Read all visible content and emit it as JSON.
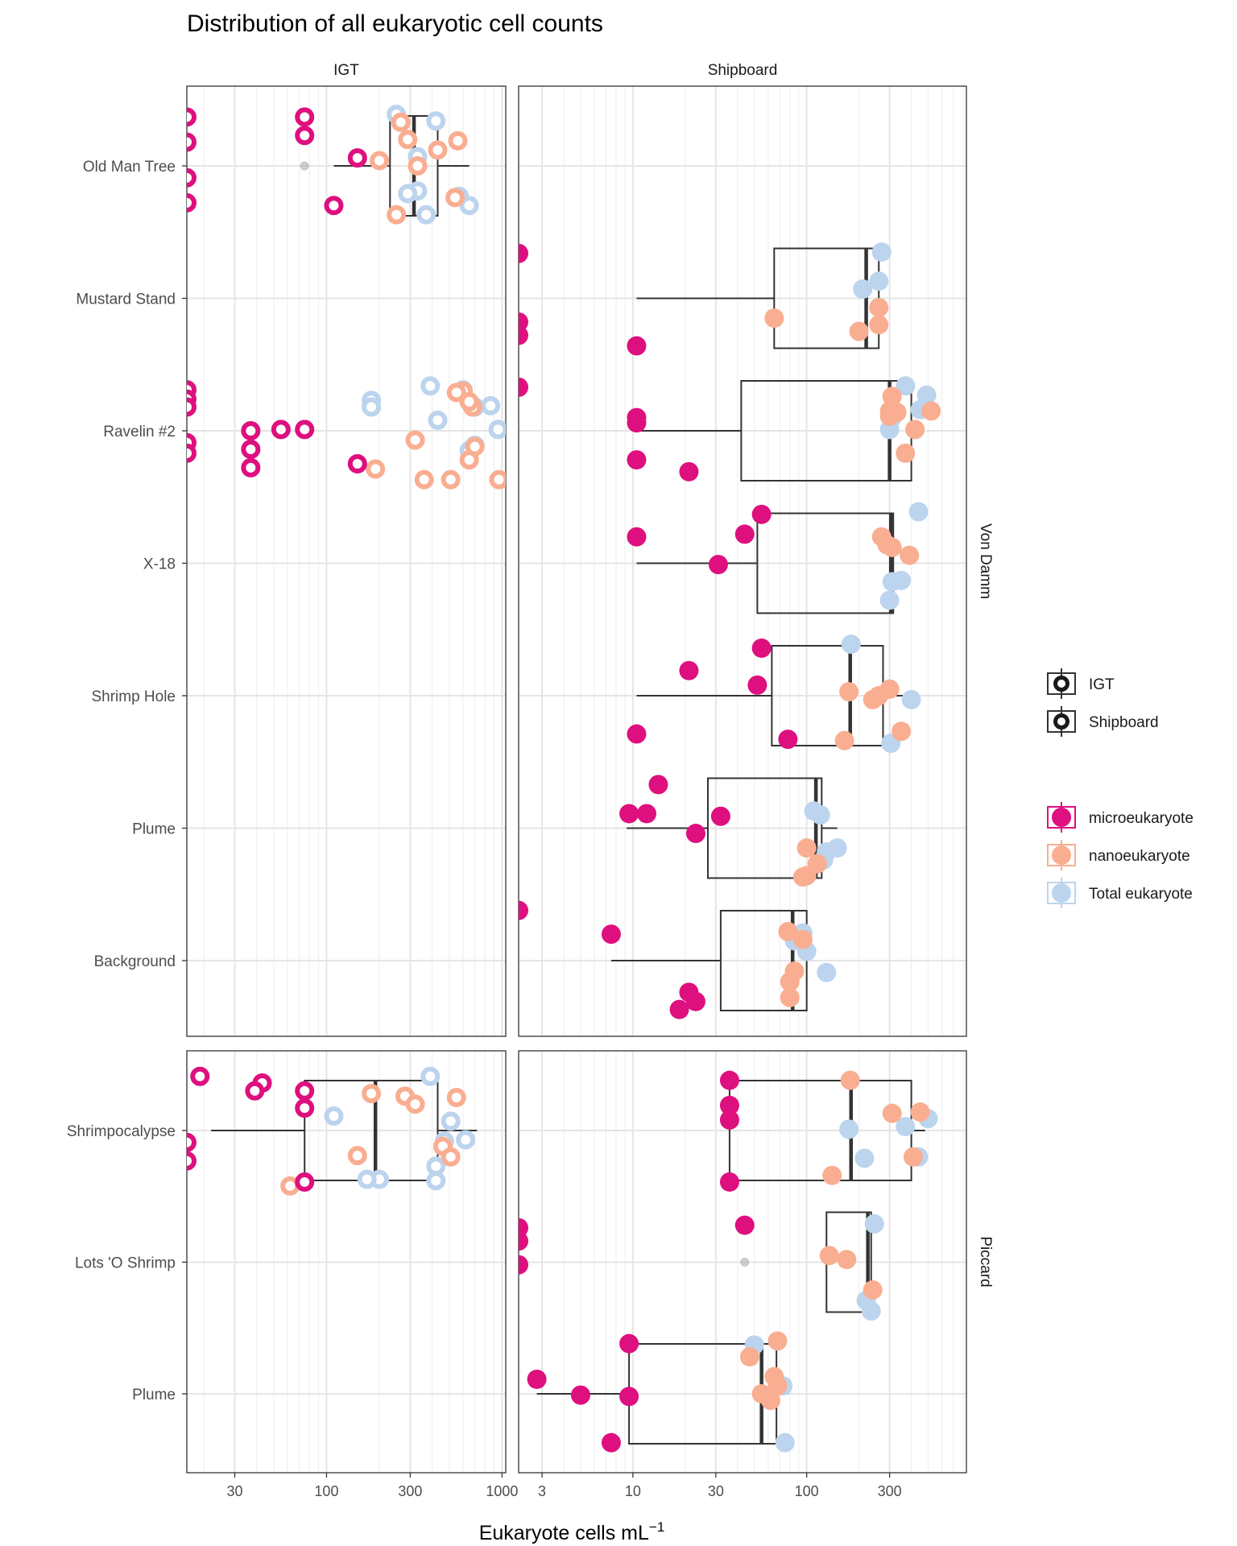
{
  "chart_data": {
    "type": "scatter",
    "title": "Distribution of all eukaryotic cell counts",
    "xlabel": "Eukaryote cells  mL",
    "xlabel_superscript": "−1",
    "x_scale": "log10",
    "facet_columns": [
      "IGT",
      "Shipboard"
    ],
    "facet_rows": [
      "Von Damm",
      "Piccard"
    ],
    "x_ticks": [
      {
        "value": 30,
        "label": "30"
      },
      {
        "value": 100,
        "label": "100"
      },
      {
        "value": 300,
        "label": "300"
      },
      {
        "value": 1000,
        "label": "1000"
      },
      {
        "value": 3,
        "label": "3"
      },
      {
        "value": 10,
        "label": "10"
      },
      {
        "value": 30,
        "label": "30"
      },
      {
        "value": 100,
        "label": "100"
      },
      {
        "value": 300,
        "label": "300"
      }
    ],
    "xlim_IGT": [
      16,
      1050
    ],
    "xlim_Shipboard": [
      2.2,
      830
    ],
    "rows": {
      "Von Damm": [
        "Old Man Tree",
        "Mustard Stand",
        "Ravelin #2",
        "X-18",
        "Shrimp Hole",
        "Plume",
        "Background"
      ],
      "Piccard": [
        "Shrimpocalypse",
        "Lots 'O Shrimp",
        "Plume"
      ]
    },
    "legend_shape": {
      "entries": [
        {
          "label": "IGT",
          "style": "open"
        },
        {
          "label": "Shipboard",
          "style": "filled"
        }
      ]
    },
    "legend_color": {
      "entries": [
        {
          "label": "microeukaryote",
          "color": "#de0f7e"
        },
        {
          "label": "nanoeukaryote",
          "color": "#f9ae91"
        },
        {
          "label": "Total eukaryote",
          "color": "#bcd4ed"
        }
      ]
    },
    "colors": {
      "microeukaryote": "#de0f7e",
      "nanoeukaryote": "#f9ae91",
      "Total eukaryote": "#bcd4ed"
    },
    "panels": [
      {
        "facet_col": "IGT",
        "facet_row": "Von Damm",
        "boxes": [
          {
            "site": "Old Man Tree",
            "min": 110,
            "q1": 230,
            "median": 315,
            "q3": 430,
            "max": 650,
            "outliers": [
              75
            ]
          }
        ],
        "points": [
          {
            "site": "Old Man Tree",
            "group": "microeukaryote",
            "values": [
              16,
              16,
              16,
              16,
              75,
              75,
              150,
              110
            ],
            "jitter": [
              0.37,
              0.18,
              -0.09,
              -0.28,
              0.37,
              0.23,
              0.06,
              -0.3
            ]
          },
          {
            "site": "Old Man Tree",
            "group": "nanoeukaryote",
            "values": [
              265,
              290,
              560,
              430,
              200,
              330,
              540,
              250
            ],
            "jitter": [
              0.33,
              0.2,
              0.19,
              0.12,
              0.04,
              0.0,
              -0.24,
              -0.37
            ]
          },
          {
            "site": "Old Man Tree",
            "group": "Total eukaryote",
            "values": [
              250,
              420,
              330,
              330,
              290,
              570,
              370,
              650
            ],
            "jitter": [
              0.39,
              0.34,
              0.07,
              -0.19,
              -0.21,
              -0.23,
              -0.37,
              -0.3
            ]
          },
          {
            "site": "Ravelin #2",
            "group": "microeukaryote",
            "values": [
              16,
              16,
              16,
              16,
              16,
              37,
              37,
              37,
              55,
              75,
              150
            ],
            "jitter": [
              0.31,
              0.24,
              0.18,
              -0.09,
              -0.17,
              0.0,
              -0.14,
              -0.28,
              0.01,
              0.01,
              -0.25
            ]
          },
          {
            "site": "Ravelin #2",
            "group": "nanoeukaryote",
            "values": [
              600,
              680,
              550,
              650,
              320,
              700,
              650,
              190,
              510,
              360,
              960
            ],
            "jitter": [
              0.3,
              0.18,
              0.29,
              0.22,
              -0.07,
              -0.12,
              -0.22,
              -0.29,
              -0.37,
              -0.37,
              -0.37
            ]
          },
          {
            "site": "Ravelin #2",
            "group": "Total eukaryote",
            "values": [
              390,
              600,
              700,
              180,
              180,
              860,
              430,
              950,
              700,
              650
            ],
            "jitter": [
              0.34,
              0.31,
              0.18,
              0.23,
              0.18,
              0.19,
              0.08,
              0.01,
              -0.11,
              -0.15
            ]
          }
        ]
      },
      {
        "facet_col": "IGT",
        "facet_row": "Piccard",
        "boxes": [
          {
            "site": "Shrimpocalypse",
            "min": 22,
            "q1": 75,
            "median": 190,
            "q3": 430,
            "max": 720,
            "outliers": []
          }
        ],
        "points": [
          {
            "site": "Shrimpocalypse",
            "group": "microeukaryote",
            "values": [
              19,
              43,
              39,
              75,
              75,
              16,
              16,
              75
            ],
            "jitter": [
              0.41,
              0.36,
              0.3,
              0.3,
              0.17,
              -0.09,
              -0.23,
              -0.39
            ]
          },
          {
            "site": "Shrimpocalypse",
            "group": "nanoeukaryote",
            "values": [
              180,
              280,
              320,
              550,
              150,
              460,
              510,
              62
            ],
            "jitter": [
              0.28,
              0.26,
              0.2,
              0.25,
              -0.19,
              -0.12,
              -0.2,
              -0.42
            ]
          },
          {
            "site": "Shrimpocalypse",
            "group": "Total eukaryote",
            "values": [
              390,
              110,
              510,
              620,
              470,
              420,
              200,
              170,
              420
            ],
            "jitter": [
              0.41,
              0.11,
              0.07,
              -0.07,
              -0.08,
              -0.27,
              -0.37,
              -0.37,
              -0.38
            ]
          }
        ]
      },
      {
        "facet_col": "Shipboard",
        "facet_row": "Von Damm",
        "boxes": [
          {
            "site": "Mustard Stand",
            "min": 10.5,
            "q1": 65,
            "median": 220,
            "q3": 260,
            "max": 260,
            "outliers": []
          },
          {
            "site": "Ravelin #2",
            "min": 10.5,
            "q1": 42,
            "median": 300,
            "q3": 400,
            "max": 470,
            "outliers": []
          },
          {
            "site": "X-18",
            "min": 10.5,
            "q1": 52,
            "median": 305,
            "q3": 315,
            "max": 315,
            "outliers": []
          },
          {
            "site": "Shrimp Hole",
            "min": 10.5,
            "q1": 63,
            "median": 178,
            "q3": 275,
            "max": 400,
            "outliers": []
          },
          {
            "site": "Plume",
            "min": 9.2,
            "q1": 27,
            "median": 113,
            "q3": 122,
            "max": 150,
            "outliers": []
          },
          {
            "site": "Background",
            "min": 7.5,
            "q1": 32,
            "median": 83,
            "q3": 100,
            "max": 100,
            "outliers": []
          }
        ],
        "points": [
          {
            "site": "Mustard Stand",
            "group": "microeukaryote",
            "values": [
              2.2,
              2.2,
              2.2,
              10.5
            ],
            "jitter": [
              0.34,
              -0.18,
              -0.28,
              -0.36
            ]
          },
          {
            "site": "Mustard Stand",
            "group": "nanoeukaryote",
            "values": [
              260,
              65,
              260,
              200
            ],
            "jitter": [
              -0.07,
              -0.15,
              -0.2,
              -0.25
            ]
          },
          {
            "site": "Mustard Stand",
            "group": "Total eukaryote",
            "values": [
              270,
              260,
              210
            ],
            "jitter": [
              0.35,
              0.13,
              0.07
            ]
          },
          {
            "site": "Ravelin #2",
            "group": "microeukaryote",
            "values": [
              2.2,
              10.5,
              10.5,
              10.5,
              21
            ],
            "jitter": [
              0.33,
              0.1,
              0.06,
              -0.22,
              -0.31
            ]
          },
          {
            "site": "Ravelin #2",
            "group": "nanoeukaryote",
            "values": [
              300,
              330,
              300,
              520,
              420,
              370,
              310
            ],
            "jitter": [
              0.15,
              0.14,
              0.11,
              0.15,
              0.01,
              -0.17,
              0.26
            ]
          },
          {
            "site": "Ravelin #2",
            "group": "Total eukaryote",
            "values": [
              370,
              490,
              450,
              300,
              310
            ],
            "jitter": [
              0.34,
              0.27,
              0.16,
              0.01,
              0.1
            ]
          },
          {
            "site": "X-18",
            "group": "microeukaryote",
            "values": [
              55,
              10.5,
              44,
              31
            ],
            "jitter": [
              0.37,
              0.2,
              0.22,
              -0.01
            ]
          },
          {
            "site": "X-18",
            "group": "nanoeukaryote",
            "values": [
              270,
              290,
              390,
              310
            ],
            "jitter": [
              0.2,
              0.14,
              0.06,
              0.12
            ]
          },
          {
            "site": "X-18",
            "group": "Total eukaryote",
            "values": [
              440,
              310,
              350,
              310,
              300
            ],
            "jitter": [
              0.39,
              0.12,
              -0.13,
              -0.14,
              -0.28
            ]
          },
          {
            "site": "Shrimp Hole",
            "group": "microeukaryote",
            "values": [
              55,
              21,
              52,
              10.5,
              78
            ],
            "jitter": [
              0.36,
              0.19,
              0.08,
              -0.29,
              -0.33
            ]
          },
          {
            "site": "Shrimp Hole",
            "group": "nanoeukaryote",
            "values": [
              175,
              240,
              260,
              300,
              350,
              165
            ],
            "jitter": [
              0.03,
              -0.03,
              0.0,
              0.05,
              -0.27,
              -0.34
            ]
          },
          {
            "site": "Shrimp Hole",
            "group": "Total eukaryote",
            "values": [
              180,
              300,
              400,
              305
            ],
            "jitter": [
              0.39,
              0.05,
              -0.03,
              -0.36
            ]
          },
          {
            "site": "Plume",
            "group": "microeukaryote",
            "values": [
              14,
              9.5,
              12,
              32,
              23
            ],
            "jitter": [
              0.33,
              0.11,
              0.11,
              0.09,
              -0.04
            ]
          },
          {
            "site": "Plume",
            "group": "nanoeukaryote",
            "values": [
              100,
              115,
              100,
              95
            ],
            "jitter": [
              -0.15,
              -0.27,
              -0.36,
              -0.37
            ]
          },
          {
            "site": "Plume",
            "group": "Total eukaryote",
            "values": [
              110,
              120,
              150,
              130,
              125
            ],
            "jitter": [
              0.13,
              0.1,
              -0.15,
              -0.18,
              -0.24
            ]
          },
          {
            "site": "Background",
            "group": "microeukaryote",
            "values": [
              2.2,
              7.5,
              21,
              18.5,
              23
            ],
            "jitter": [
              0.38,
              0.2,
              -0.24,
              -0.37,
              -0.31
            ]
          },
          {
            "site": "Background",
            "group": "nanoeukaryote",
            "values": [
              78,
              95,
              85,
              80,
              80
            ],
            "jitter": [
              0.22,
              0.16,
              -0.08,
              -0.16,
              -0.28
            ]
          },
          {
            "site": "Background",
            "group": "Total eukaryote",
            "values": [
              95,
              85,
              100,
              130
            ],
            "jitter": [
              0.21,
              0.15,
              0.07,
              -0.09
            ]
          }
        ]
      },
      {
        "facet_col": "Shipboard",
        "facet_row": "Piccard",
        "boxes": [
          {
            "site": "Shrimpocalypse",
            "min": 36,
            "q1": 36,
            "median": 180,
            "q3": 400,
            "max": 480,
            "outliers": []
          },
          {
            "site": "Lots 'O Shrimp",
            "min": 130,
            "q1": 130,
            "median": 225,
            "q3": 235,
            "max": 235,
            "outliers": [
              44
            ]
          },
          {
            "site": "Plume",
            "min": 2.8,
            "q1": 9.5,
            "median": 55,
            "q3": 67,
            "max": 78,
            "outliers": []
          }
        ],
        "points": [
          {
            "site": "Shrimpocalypse",
            "group": "microeukaryote",
            "values": [
              36,
              36,
              36,
              36
            ],
            "jitter": [
              0.38,
              0.19,
              0.08,
              -0.39
            ]
          },
          {
            "site": "Shrimpocalypse",
            "group": "nanoeukaryote",
            "values": [
              178,
              310,
              450,
              410,
              140
            ],
            "jitter": [
              0.38,
              0.13,
              0.14,
              -0.2,
              -0.34
            ]
          },
          {
            "site": "Shrimpocalypse",
            "group": "Total eukaryote",
            "values": [
              500,
              370,
              175,
              215,
              440
            ],
            "jitter": [
              0.09,
              0.03,
              0.01,
              -0.21,
              -0.2
            ]
          },
          {
            "site": "Lots 'O Shrimp",
            "group": "microeukaryote",
            "values": [
              2.2,
              2.2,
              2.2,
              44
            ],
            "jitter": [
              0.26,
              0.16,
              -0.02,
              0.28
            ]
          },
          {
            "site": "Lots 'O Shrimp",
            "group": "nanoeukaryote",
            "values": [
              135,
              170,
              240
            ],
            "jitter": [
              0.05,
              0.02,
              -0.21
            ]
          },
          {
            "site": "Lots 'O Shrimp",
            "group": "Total eukaryote",
            "values": [
              245,
              220,
              235
            ],
            "jitter": [
              0.29,
              -0.29,
              -0.37
            ]
          },
          {
            "site": "Plume",
            "group": "microeukaryote",
            "values": [
              9.5,
              2.8,
              5,
              9.5,
              7.5
            ],
            "jitter": [
              0.38,
              0.11,
              -0.01,
              -0.02,
              -0.37
            ]
          },
          {
            "site": "Plume",
            "group": "nanoeukaryote",
            "values": [
              68,
              47,
              65,
              68,
              55,
              62
            ],
            "jitter": [
              0.4,
              0.28,
              0.13,
              0.06,
              0.0,
              -0.05
            ]
          },
          {
            "site": "Plume",
            "group": "Total eukaryote",
            "values": [
              50,
              73,
              75
            ],
            "jitter": [
              0.37,
              0.06,
              -0.37
            ]
          }
        ]
      }
    ]
  }
}
